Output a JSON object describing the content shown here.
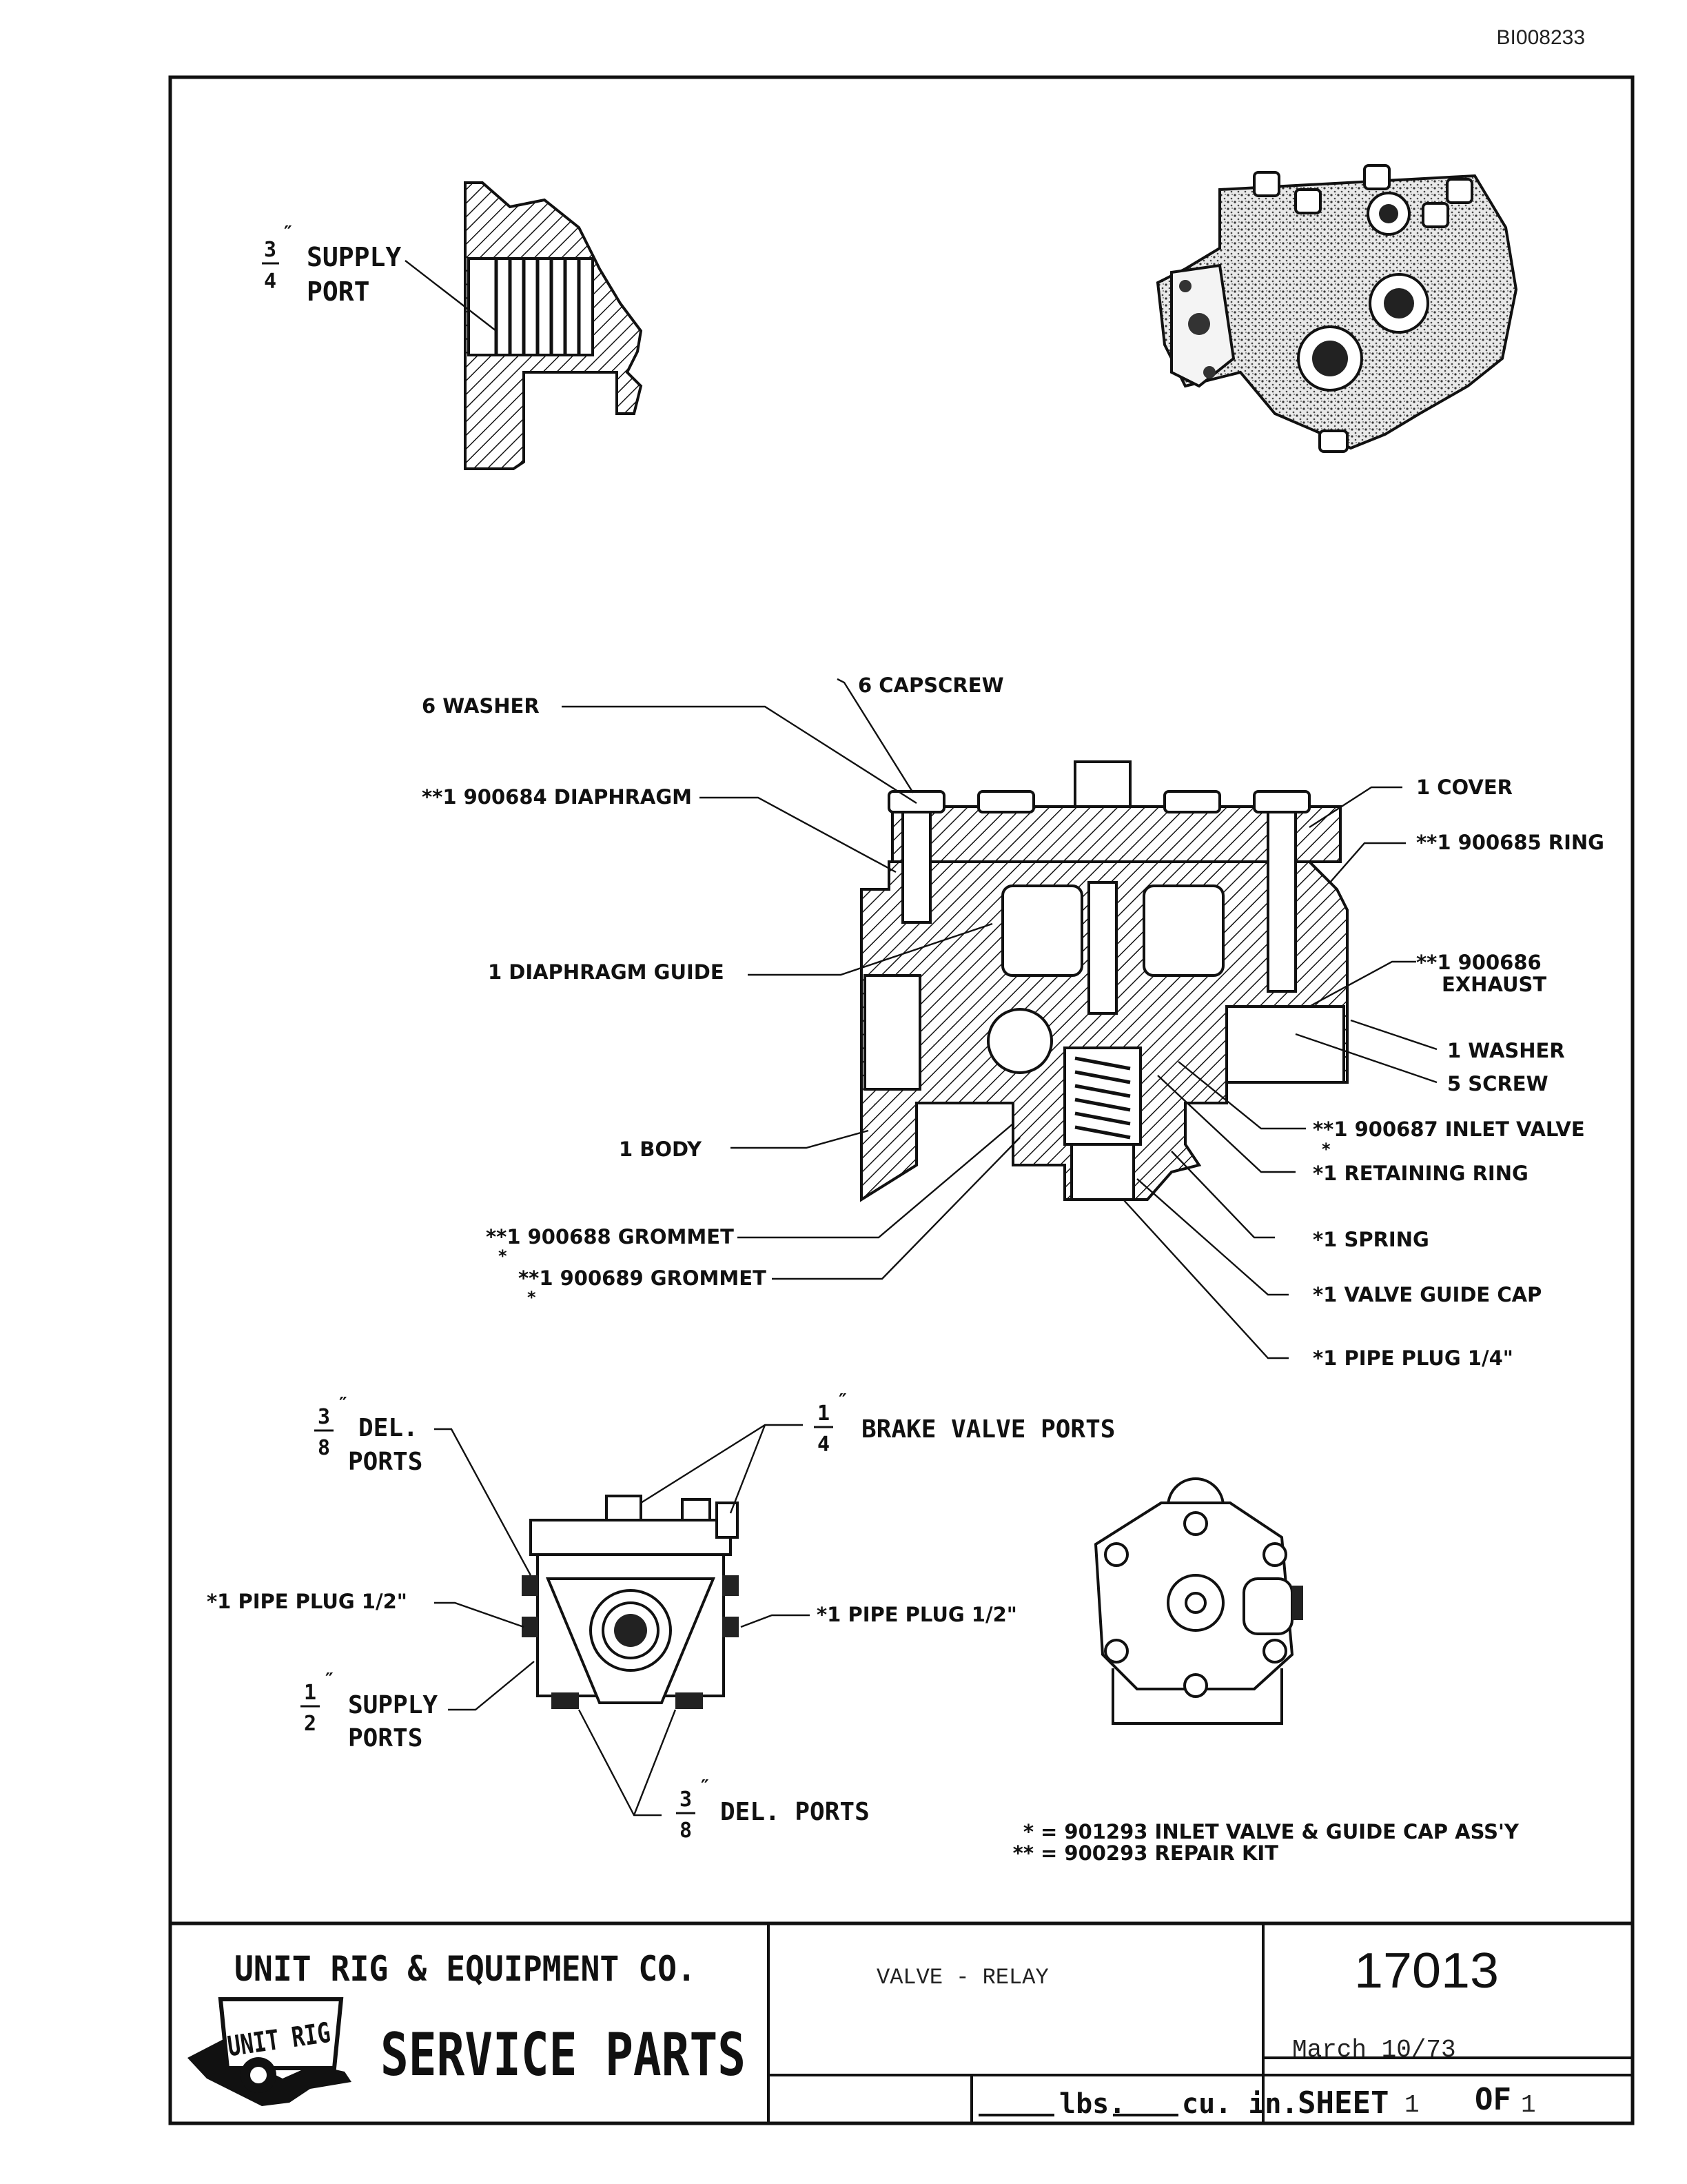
{
  "doc_id": "BI008233",
  "views": {
    "supply_port_detail": {
      "fraction": {
        "num": "3",
        "den": "4"
      },
      "line1": "SUPPLY",
      "line2": "PORT"
    },
    "section_labels": {
      "washer": "6  WASHER",
      "capscrew": "6 CAPSCREW",
      "diaphragm": "**1  900684 DIAPHRAGM",
      "cover": "1  COVER",
      "ring": "**1  900685 RING",
      "exhaust_1": "**1  900686",
      "exhaust_2": "EXHAUST",
      "diaphragm_guide": "1  DIAPHRAGM GUIDE",
      "washer_small": "1  WASHER",
      "screw": "5  SCREW",
      "body": "1  BODY",
      "inlet_valve": "**1  900687 INLET VALVE",
      "inlet_valve_star": "*",
      "retaining_ring": "*1  RETAINING RING",
      "grommet_688": "**1  900688 GROMMET",
      "grommet_688_star": "*",
      "grommet_689": "**1  900689 GROMMET",
      "grommet_689_star": "*",
      "spring": "*1  SPRING",
      "valve_guide_cap": "*1  VALVE GUIDE CAP",
      "pipe_plug_quarter": "*1  PIPE PLUG 1/4\""
    },
    "port_labels": {
      "del_ports_top": {
        "num": "3",
        "den": "8",
        "line1": "DEL.",
        "line2": "PORTS"
      },
      "brake_valve_ports": {
        "num": "1",
        "den": "4",
        "text": "BRAKE VALVE PORTS"
      },
      "pipe_plug_left": "*1  PIPE PLUG 1/2\"",
      "pipe_plug_right": "*1  PIPE PLUG 1/2\"",
      "supply_ports": {
        "num": "1",
        "den": "2",
        "line1": "SUPPLY",
        "line2": "PORTS"
      },
      "del_ports_bottom": {
        "num": "3",
        "den": "8",
        "text": "DEL.  PORTS"
      }
    },
    "footnotes": [
      {
        "mark": "*",
        "text": "= 901293 INLET VALVE & GUIDE CAP ASS'Y"
      },
      {
        "mark": "**",
        "text": "= 900293 REPAIR KIT"
      }
    ]
  },
  "title_block": {
    "company": "UNIT RIG & EQUIPMENT CO.",
    "logo_text": "UNIT RIG",
    "service_parts": "SERVICE PARTS",
    "part_name": "VALVE  -  RELAY",
    "part_number": "17013",
    "date": "March 10/73",
    "weight_unit": "lbs.",
    "volume_unit": "cu. in.",
    "sheet_label": "SHEET",
    "sheet_num": "1",
    "of_label": "OF",
    "sheet_total": "1"
  }
}
